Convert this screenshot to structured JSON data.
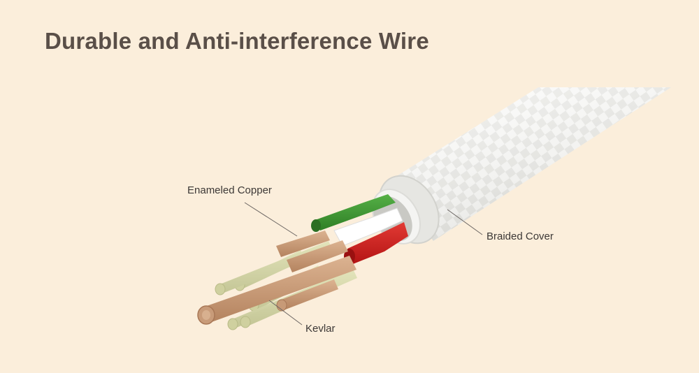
{
  "title": "Durable and Anti-interference Wire",
  "callouts": {
    "copper": "Enameled Copper",
    "braid": "Braided Cover",
    "kevlar": "Kevlar"
  },
  "colors": {
    "background": "#fbeedb",
    "title": "#5a4f48",
    "braid": "#eeeeec",
    "copper": "#c69a78",
    "kevlar": "#d7d8a8",
    "green_core": "#3f9a33",
    "white_core": "#ffffff",
    "red_core": "#cf1d1d"
  }
}
